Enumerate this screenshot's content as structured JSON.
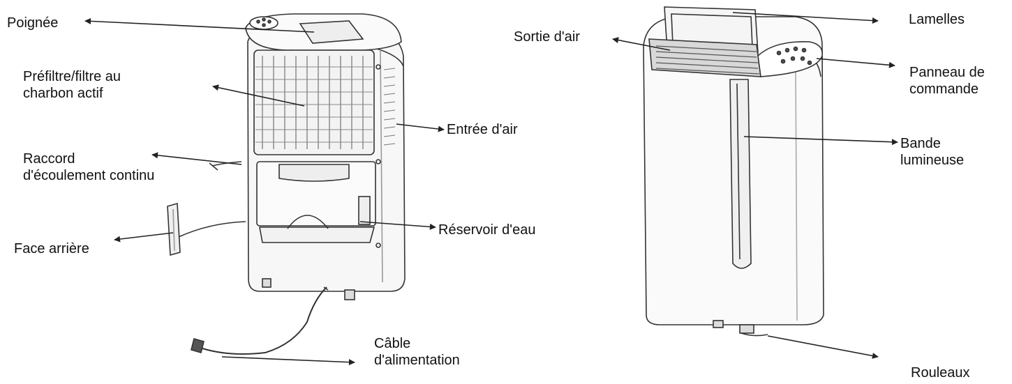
{
  "labels": {
    "poignee": "Poignée",
    "prefiltre_l1": "Préfiltre/filtre au",
    "prefiltre_l2": "charbon actif",
    "entree_air": "Entrée d'air",
    "raccord_l1": "Raccord",
    "raccord_l2": "d'écoulement continu",
    "face_arriere": "Face arrière",
    "reservoir": "Réservoir d'eau",
    "cable_l1": "Câble",
    "cable_l2": "d'alimentation",
    "lamelles": "Lamelles",
    "sortie_air": "Sortie d'air",
    "panneau_l1": "Panneau de",
    "panneau_l2": "commande",
    "bande_l1": "Bande",
    "bande_l2": "lumineuse",
    "rouleaux": "Rouleaux"
  },
  "colors": {
    "line": "#222222",
    "text": "#111111",
    "background": "#ffffff"
  }
}
